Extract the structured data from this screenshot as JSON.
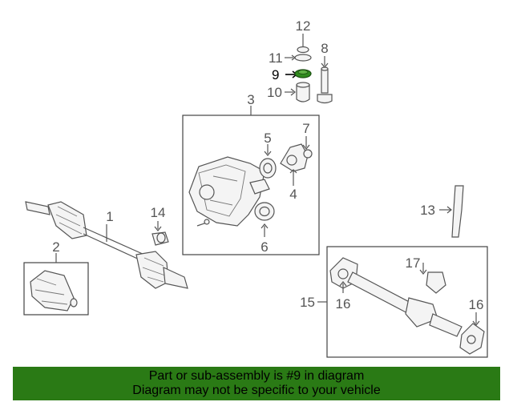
{
  "callouts": {
    "c1": "1",
    "c2": "2",
    "c3": "3",
    "c4": "4",
    "c5": "5",
    "c6": "6",
    "c7": "7",
    "c8": "8",
    "c9": "9",
    "c10": "10",
    "c11": "11",
    "c12": "12",
    "c13": "13",
    "c14": "14",
    "c15": "15",
    "c16a": "16",
    "c16b": "16",
    "c17": "17"
  },
  "highlighted_part": "9",
  "highlight_color": "#2f8a1d",
  "banner": {
    "line1": "Part or sub-assembly is #9 in diagram",
    "line2": "Diagram may not be specific to your vehicle",
    "background": "#2a7a15"
  }
}
